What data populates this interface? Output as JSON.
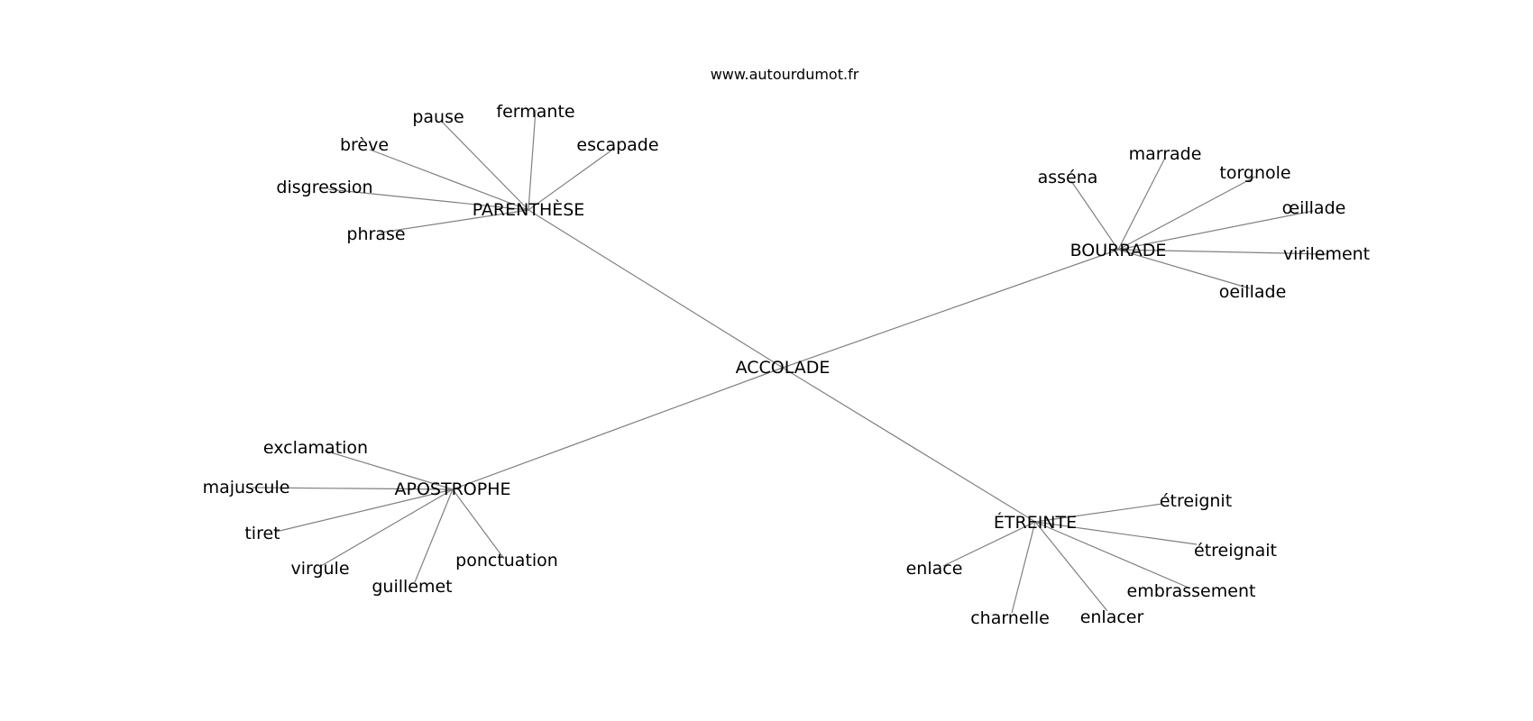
{
  "site_credit": "www.autourdumot.fr",
  "graph": {
    "root": "ACCOLADE",
    "hubs": [
      {
        "label": "PARENTHÈSE",
        "words": [
          "pause",
          "fermante",
          "escapade",
          "brève",
          "disgression",
          "phrase"
        ]
      },
      {
        "label": "BOURRADE",
        "words": [
          "asséna",
          "marrade",
          "torgnole",
          "œillade",
          "virilement",
          "oeillade"
        ]
      },
      {
        "label": "APOSTROPHE",
        "words": [
          "exclamation",
          "majuscule",
          "tiret",
          "virgule",
          "guillemet",
          "ponctuation"
        ]
      },
      {
        "label": "ÉTREINTE",
        "words": [
          "étreignit",
          "étreignait",
          "embrassement",
          "enlace",
          "charnelle",
          "enlacer"
        ]
      }
    ]
  },
  "colors": {
    "edge": "#808080",
    "text": "#000000",
    "background": "#ffffff"
  }
}
